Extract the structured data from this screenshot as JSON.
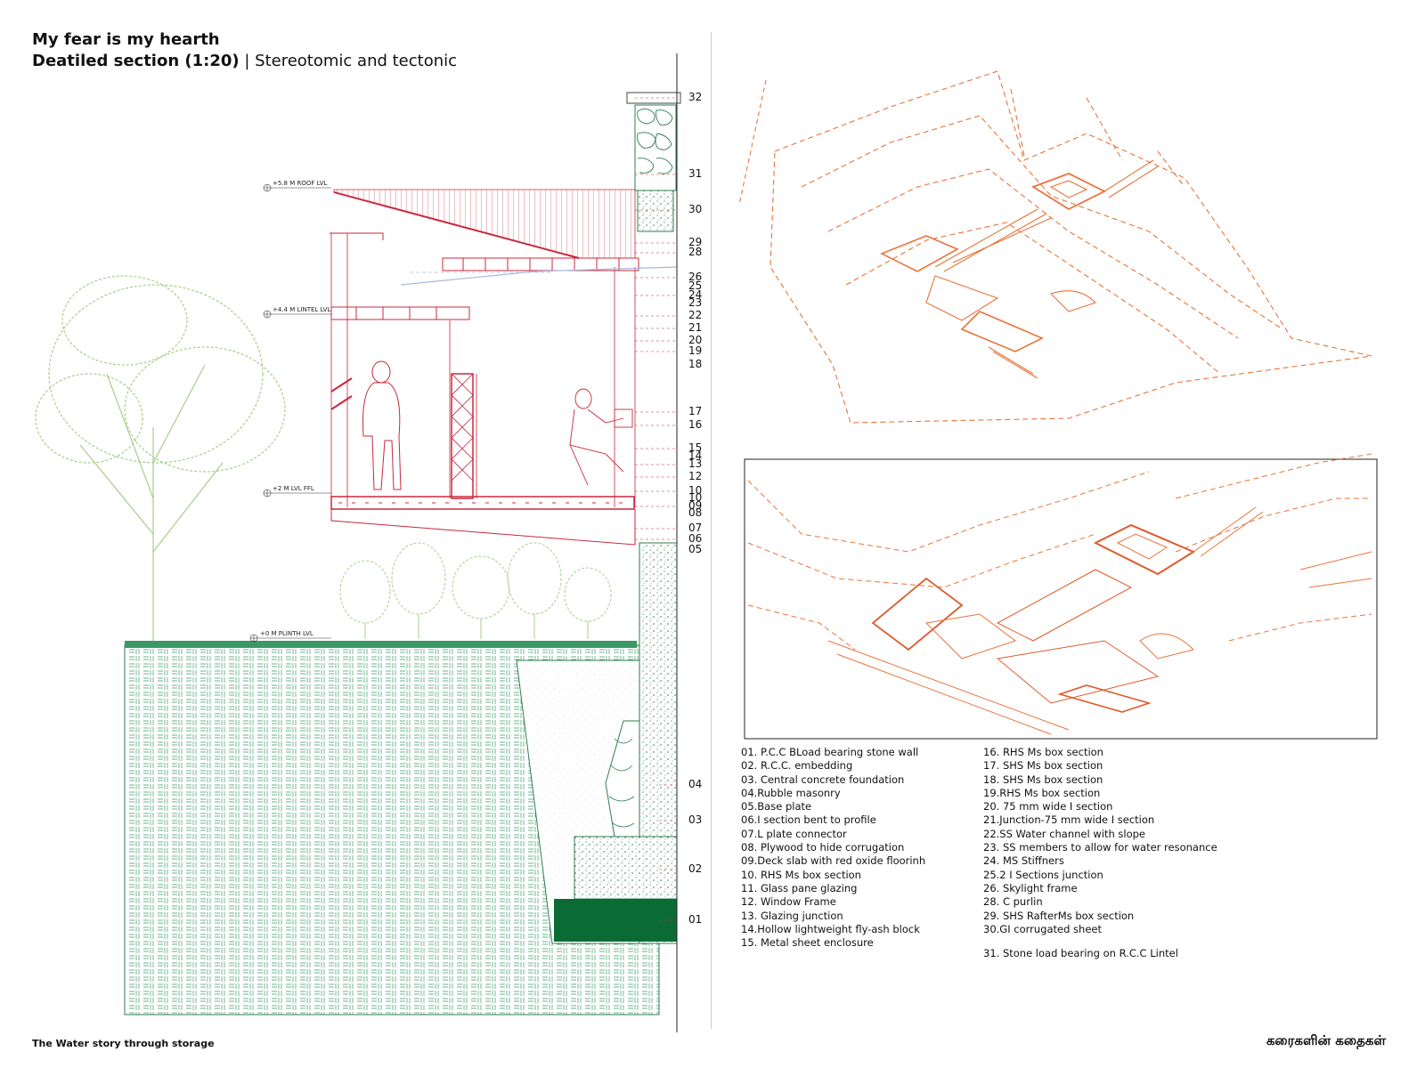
{
  "header": {
    "title": "My fear is my hearth",
    "subtitle_bold": "Deatiled section (1:20)",
    "subtitle_rest": "| Stereotomic and tectonic"
  },
  "footer": {
    "left": "The Water story through storage",
    "right": "கரைகளின் கதைகள்"
  },
  "levels": {
    "roof": "+5.8 M ROOF  LVL",
    "lintel": "+4.4 M LINTEL LVL",
    "ffl": "+2 M LVL FFL",
    "plinth": "+0 M PLINTH LVL"
  },
  "callouts": {
    "c32": "32",
    "c31": "31",
    "c30": "30",
    "c29": "29",
    "c28": "28",
    "c26": "26",
    "c25": "25",
    "c24": "24",
    "c23": "23",
    "c22": "22",
    "c21": "21",
    "c20": "20",
    "c19": "19",
    "c18": "18",
    "c17": "17",
    "c16": "16",
    "c15": "15",
    "c14": "14",
    "c13": "13",
    "c12": "12",
    "c10": "10",
    "c10b": "10",
    "c09": "09",
    "c08": "08",
    "c07": "07",
    "c06": "06",
    "c05": "05",
    "c04": "04",
    "c03": "03",
    "c02": "02",
    "c01": "01"
  },
  "legend_left": [
    "01. P.C.C BLoad bearing stone wall",
    "02. R.C.C. embedding",
    "03. Central concrete foundation",
    "04.Rubble masonry",
    "05.Base plate",
    "06.I section bent to profile",
    "07.L plate connector",
    "08. Plywood to hide corrugation",
    "09.Deck slab with red oxide floorinh",
    "10. RHS Ms box section",
    "11. Glass pane glazing",
    "12. Window Frame",
    "13. Glazing junction",
    "14.Hollow lightweight fly-ash block",
    "15. Metal sheet enclosure"
  ],
  "legend_right": [
    "16. RHS Ms box section",
    "17. SHS Ms box section",
    "18. SHS Ms box section",
    "19.RHS Ms box section",
    "20. 75 mm wide I section",
    "21.Junction-75 mm wide I section",
    "22.SS Water channel with slope",
    "23. SS members to allow for water resonance",
    "24. MS Stiffners",
    "25.2 I Sections junction",
    "26. Skylight frame",
    "28. C purlin",
    "29. SHS RafterMs box section",
    "30.GI corrugated sheet"
  ],
  "legend_extra": "31. Stone load bearing on R.C.C Lintel",
  "colors": {
    "section_red": "#c8283c",
    "ground_green": "#2e7d4f",
    "foundation_green": "#0b6b35",
    "tree_green": "#a6cf8a",
    "axo_orange": "#e8743a"
  }
}
